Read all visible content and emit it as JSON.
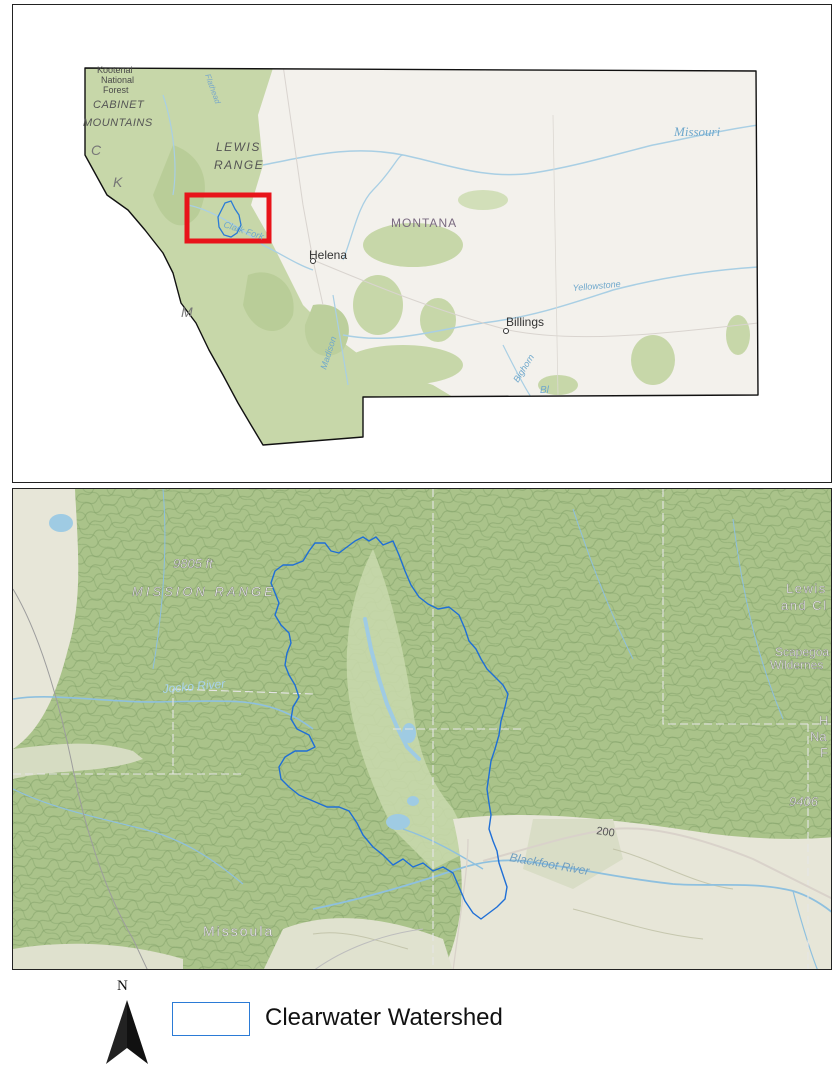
{
  "overview_map": {
    "labels": {
      "kootenai": [
        "Kootenai",
        "National",
        "Forest"
      ],
      "cabinet": [
        "CABINET",
        "MOUNTAINS"
      ],
      "lewis": [
        "LEWIS",
        "RANGE"
      ],
      "missouri": "Missouri",
      "montana": "MONTANA",
      "helena": "Helena",
      "clark_fork": "Clark Fork",
      "yellowstone": "Yellowstone",
      "billings": "Billings",
      "madison": "Madison",
      "bighorn": "Bighorn",
      "flathead": "Flathead",
      "edge_letters": [
        "C",
        "K",
        "M"
      ],
      "bl": "Bl"
    },
    "colors": {
      "land": "#f3f1ec",
      "forest": "#c7d7a9",
      "water": "#a9cfe4",
      "border": "#111111",
      "highlight": "#e8141a",
      "watershed": "#2b7bd6"
    }
  },
  "detail_map": {
    "labels": {
      "peak_9805": "9805 ft",
      "mission_range": "MISSION RANGE",
      "jocko_river": "Jocko River",
      "blackfoot_river": "Blackfoot River",
      "route_200": "200",
      "missoula": "Missoula",
      "lewis_clark": [
        "Lewis",
        "and Cl"
      ],
      "scapegoat": [
        "Scapegoa",
        "Wildernes"
      ],
      "helena_nf": [
        "H",
        "Na",
        "F"
      ],
      "peak_9406": "9406"
    },
    "colors": {
      "forest": "#aac38a",
      "forest_light": "#c9d9ad",
      "open": "#e7e6d8",
      "water": "#9fcbe3",
      "watershed": "#1f6fd6"
    }
  },
  "legend": {
    "north_label": "N",
    "watershed_label": "Clearwater Watershed"
  }
}
